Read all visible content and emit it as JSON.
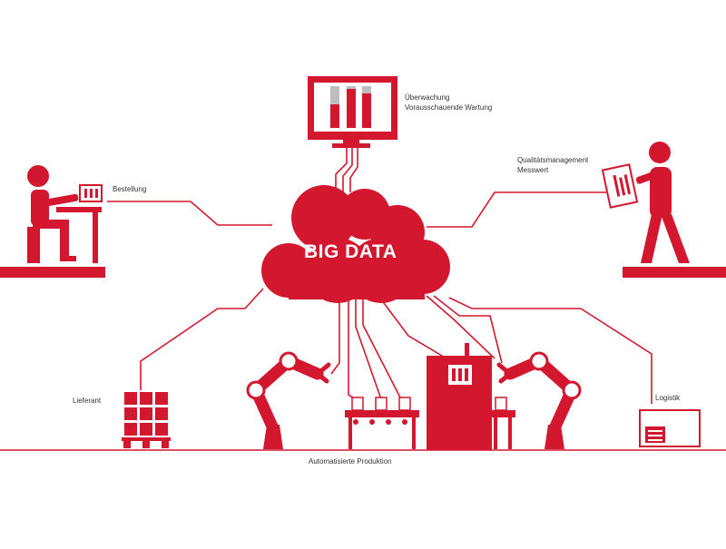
{
  "colors": {
    "accent": "#d3172e",
    "line": "#d3172e",
    "text": "#333333",
    "background": "#ffffff"
  },
  "cloud": {
    "label": "BIG DATA"
  },
  "labels": {
    "monitoring_line1": "Überwachung",
    "monitoring_line2": "Vorausschauende Wartung",
    "quality_line1": "Qualitätsmanagement",
    "quality_line2": "Messwert",
    "order": "Bestellung",
    "supplier": "Lieferant",
    "logistics": "Logistik",
    "production": "Automatisierte Produktion"
  },
  "icons": [
    "monitor-icon",
    "seated-person-icon",
    "walking-person-icon",
    "pallet-icon",
    "robot-arm-icon",
    "machine-icon",
    "truck-icon",
    "cloud-icon"
  ]
}
